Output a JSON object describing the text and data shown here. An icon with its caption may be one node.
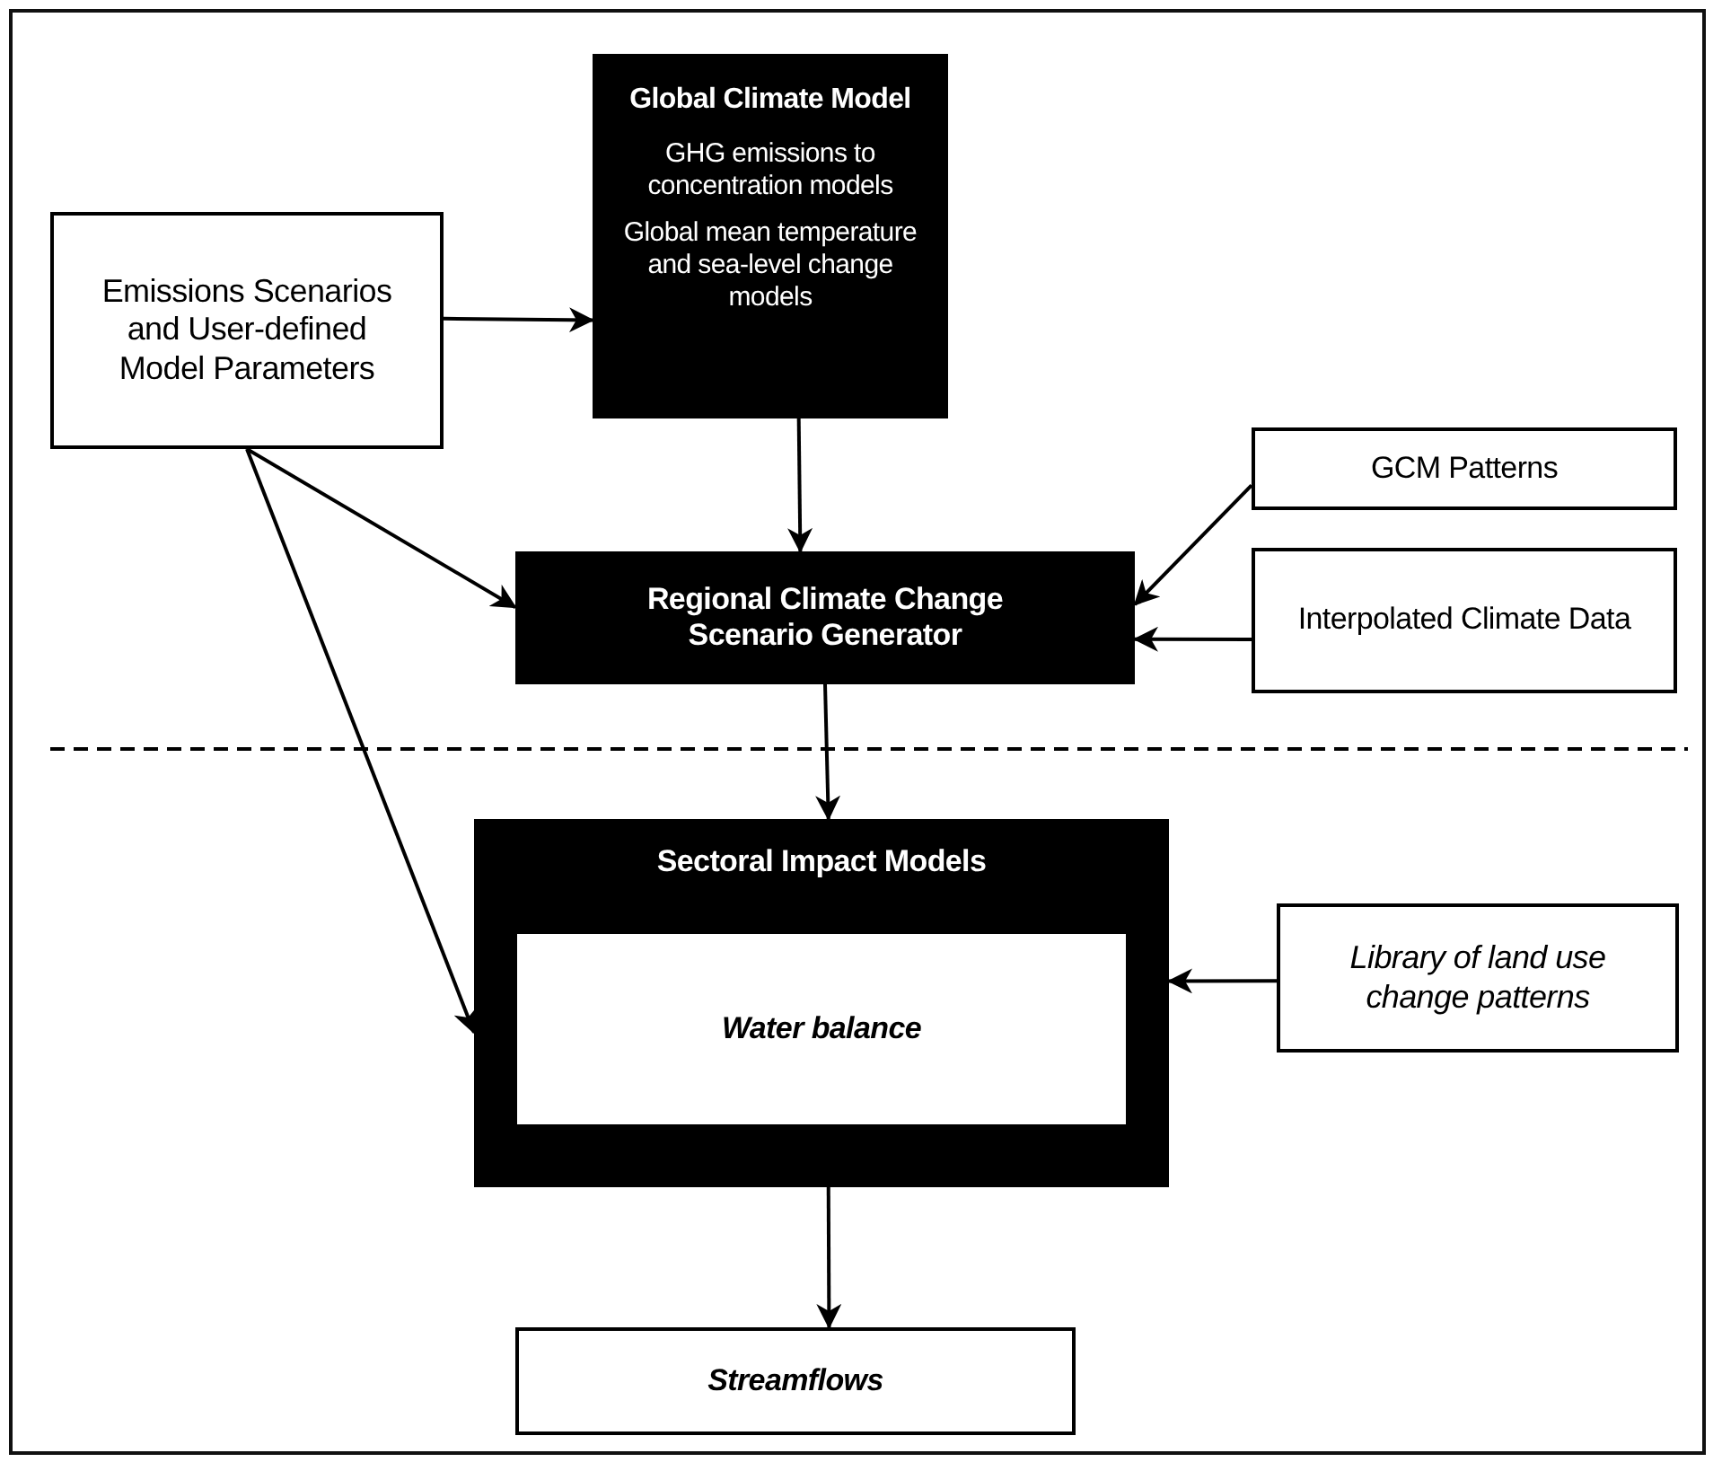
{
  "diagram": {
    "nodes": [
      {
        "text": [
          "Emissions Scenarios and User-defined Model Parameters"
        ]
      },
      {
        "text": [
          "Global Climate Model",
          "GHG emissions to concentration models",
          "Global mean temperature and sea-level change models"
        ]
      },
      {
        "text": [
          "Regional Climate Change Scenario Generator"
        ]
      },
      {
        "text": [
          "GCM Patterns"
        ]
      },
      {
        "text": [
          "Interpolated Climate Data"
        ]
      },
      {
        "text": [
          "Sectoral Impact Models"
        ]
      },
      {
        "text": [
          "Water balance"
        ],
        "in": 5
      },
      {
        "text": [
          "Library of land use change patterns"
        ]
      },
      {
        "text": [
          "Streamflows"
        ]
      }
    ],
    "edges": [
      {
        "from": 0,
        "to": 1,
        "arrow": "to"
      },
      {
        "from": 1,
        "to": 2,
        "arrow": "to"
      },
      {
        "from": 0,
        "to": 2,
        "arrow": "to"
      },
      {
        "from": 0,
        "to": 5,
        "arrow": "to"
      },
      {
        "from": 3,
        "to": 2,
        "arrow": "to"
      },
      {
        "from": 4,
        "to": 2,
        "arrow": "to"
      },
      {
        "from": 2,
        "to": 5,
        "arrow": "to"
      },
      {
        "from": 7,
        "to": 5,
        "arrow": "to"
      },
      {
        "from": 5,
        "to": 8,
        "arrow": "to"
      }
    ]
  }
}
